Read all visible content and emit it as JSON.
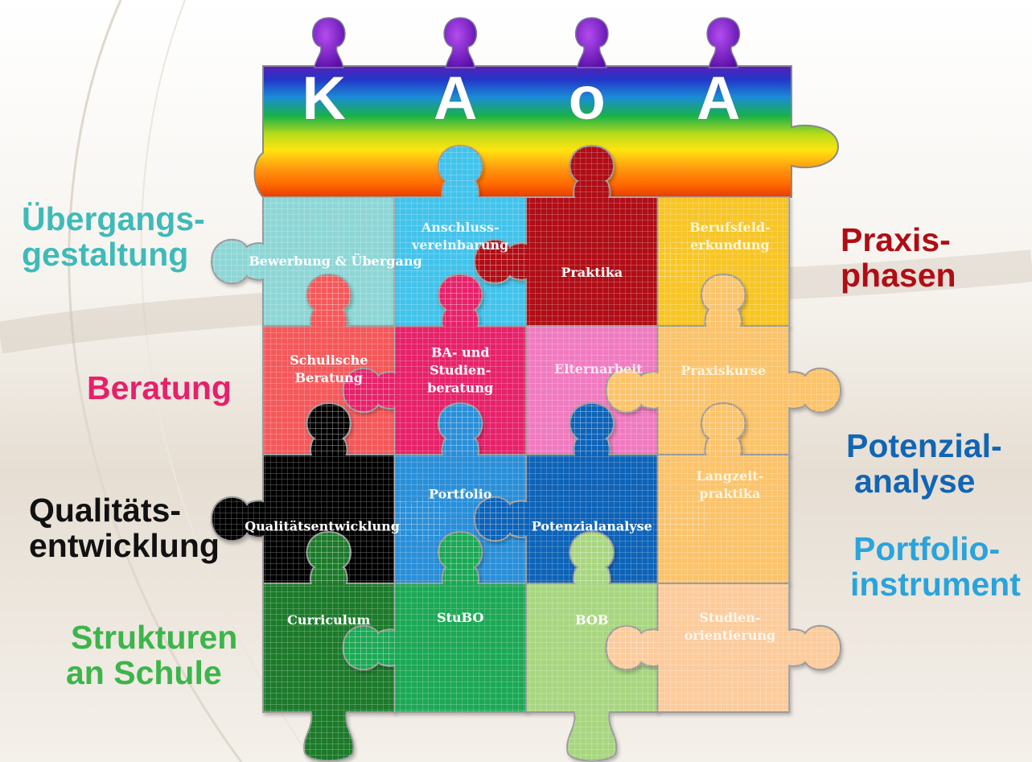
{
  "title_letters": [
    "K",
    "A",
    "o",
    "A"
  ],
  "pieces": [
    {
      "row": 1,
      "col": 0,
      "label": "Bewerbung & Übergang",
      "color": "#8ed6d6",
      "tc": "#ffffff"
    },
    {
      "row": 1,
      "col": 1,
      "label": "Anschluss-\nvereinbarung",
      "color": "#43c3eb",
      "tc": "#eaf8ff"
    },
    {
      "row": 1,
      "col": 2,
      "label": "Praktika",
      "color": "#b00d14",
      "tc": "#ffffff"
    },
    {
      "row": 1,
      "col": 3,
      "label": "Berufsfeld-\nerkundung",
      "color": "#f7c526",
      "tc": "#fff6d6"
    },
    {
      "row": 2,
      "col": 0,
      "label": "Schulische\nBeratung",
      "color": "#f5595a",
      "tc": "#ffffff"
    },
    {
      "row": 2,
      "col": 1,
      "label": "BA- und\nStudien-\nberatung",
      "color": "#e6206b",
      "tc": "#ffffff"
    },
    {
      "row": 2,
      "col": 2,
      "label": "Elternarbeit",
      "color": "#f07ac0",
      "tc": "#ffe3f4"
    },
    {
      "row": 2,
      "col": 3,
      "label": "Praxiskurse",
      "color": "#fbc36a",
      "tc": "#fff5e0"
    },
    {
      "row": 3,
      "col": 0,
      "label": "Qualitätsentwicklung",
      "color": "#050505",
      "tc": "#ffffff"
    },
    {
      "row": 3,
      "col": 1,
      "label": "Portfolio",
      "color": "#2a8fd8",
      "tc": "#ffffff"
    },
    {
      "row": 3,
      "col": 2,
      "label": "Potenzialanalyse",
      "color": "#0c63b8",
      "tc": "#ffffff"
    },
    {
      "row": 3,
      "col": 3,
      "label": "Langzeit-\npraktika",
      "color": "#fbc36a",
      "tc": "#fff5e0"
    },
    {
      "row": 4,
      "col": 0,
      "label": "Curriculum",
      "color": "#1a7a2b",
      "tc": "#ffffff"
    },
    {
      "row": 4,
      "col": 1,
      "label": "StuBO",
      "color": "#1fa855",
      "tc": "#ffffff"
    },
    {
      "row": 4,
      "col": 2,
      "label": "BOB",
      "color": "#a8d680",
      "tc": "#ffffff"
    },
    {
      "row": 4,
      "col": 3,
      "label": "Studien-\norientierung",
      "color": "#fccb9c",
      "tc": "#fff8ee"
    }
  ],
  "side_labels": [
    {
      "lines": [
        "Übergangs-",
        "gestaltung"
      ],
      "color": "#3fbab8"
    },
    {
      "lines": [
        "Beratung"
      ],
      "color": "#e6206b"
    },
    {
      "lines": [
        "Qualitäts-",
        "entwicklung"
      ],
      "color": "#111111"
    },
    {
      "lines": [
        "Strukturen",
        "an Schule"
      ],
      "color": "#3cb54a"
    },
    {
      "lines": [
        "Praxis-",
        "phasen"
      ],
      "color": "#b00d14"
    },
    {
      "lines": [
        "Potenzial-",
        "analyse"
      ],
      "color": "#1165b5"
    },
    {
      "lines": [
        "Portfolio-",
        "instrument"
      ],
      "color": "#2aa3dc"
    }
  ]
}
